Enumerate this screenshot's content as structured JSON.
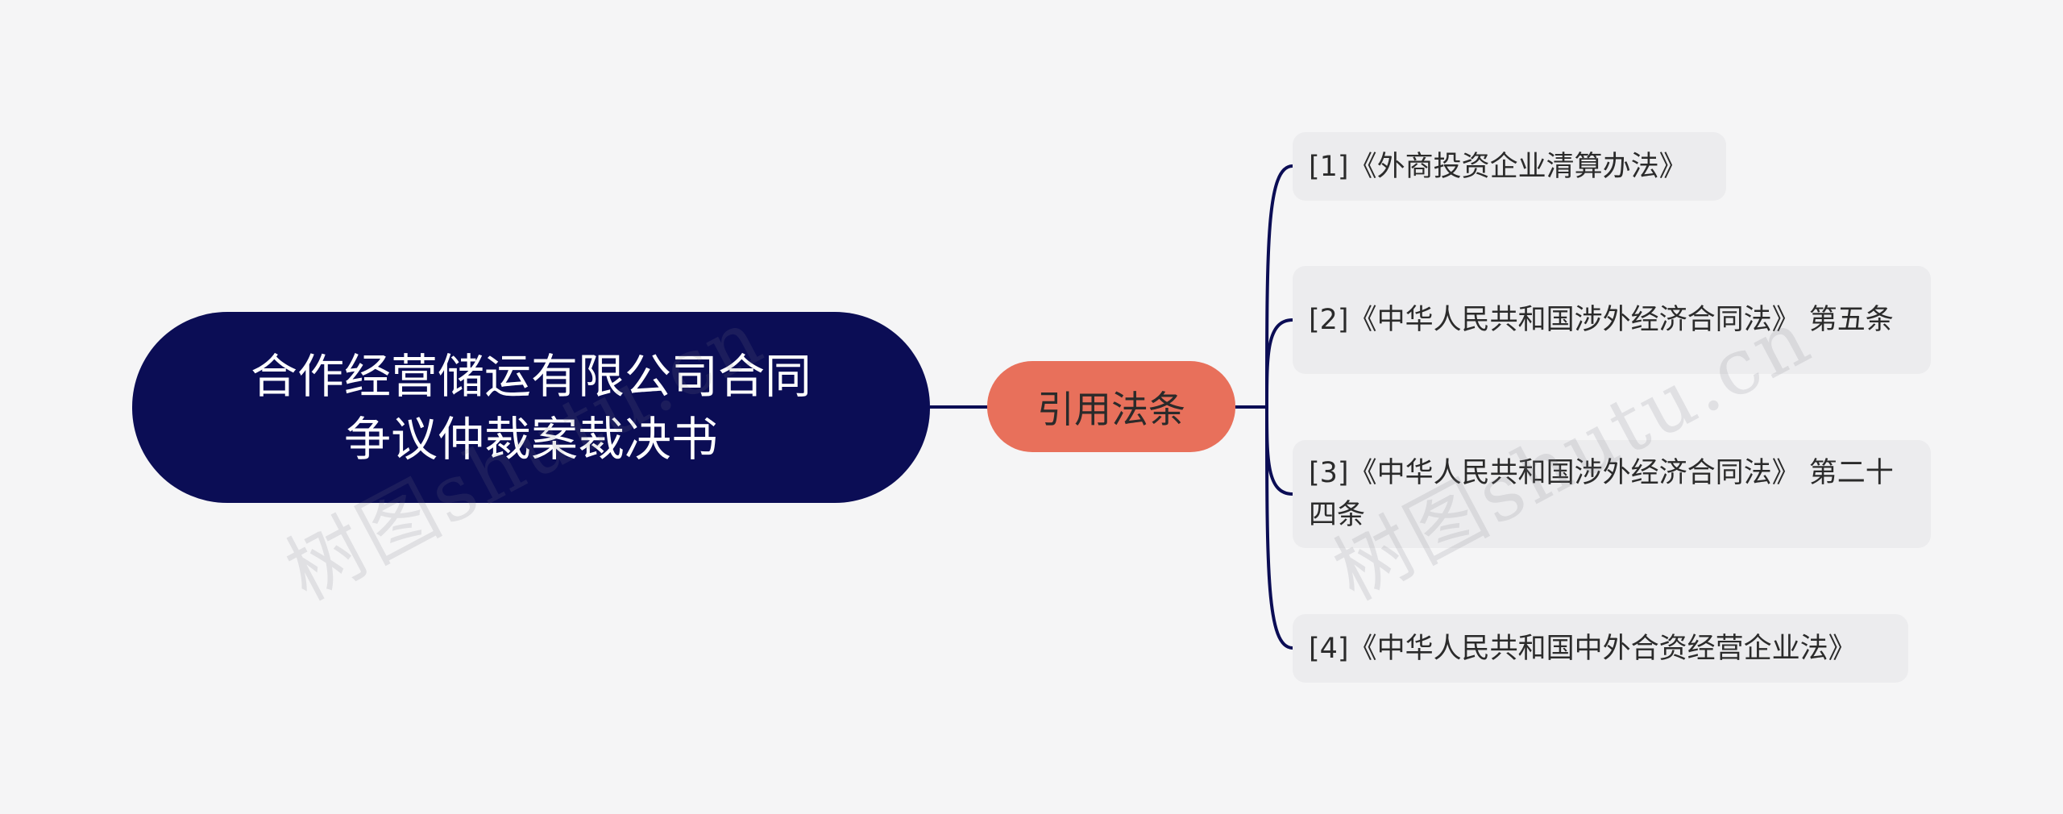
{
  "colors": {
    "background": "#f5f5f6",
    "root_fill": "#0b0d55",
    "root_text": "#ffffff",
    "branch_fill": "#e8705b",
    "branch_text": "#2a2a2a",
    "leaf_fill": "#ececee",
    "leaf_text": "#2b2b2b",
    "connector": "#0b0d55"
  },
  "root": {
    "label": "合作经营储运有限公司合同争议仲裁案裁决书"
  },
  "branch": {
    "label": "引用法条"
  },
  "leaves": [
    {
      "label": "[1]《外商投资企业清算办法》"
    },
    {
      "label": "[2]《中华人民共和国涉外经济合同法》 第五条"
    },
    {
      "label": "[3]《中华人民共和国涉外经济合同法》 第二十四条"
    },
    {
      "label": "[4]《中华人民共和国中外合资经营企业法》"
    }
  ],
  "watermark": {
    "text": "树图shutu.cn"
  }
}
